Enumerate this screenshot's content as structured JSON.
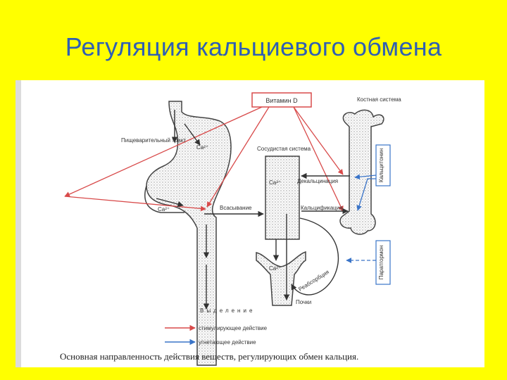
{
  "slide": {
    "title": "Регуляция кальциевого обмена",
    "background": "#ffff00",
    "title_color": "#2f5fb3"
  },
  "diagram": {
    "labels": {
      "vitamin_d": "Витамин D",
      "bone_system": "Костная система",
      "digestive_tract": "Пищеварительный тракт",
      "circulatory_system": "Сосудистая система",
      "ca_ion": "Ca²⁺",
      "decalcification": "Декальцинация",
      "calcification": "Кальцификация",
      "absorption": "Всасывание",
      "reabsorption": "Реабсорбция",
      "kidneys": "Почки",
      "excretion": "Выделение",
      "calcitonin": "Кальцитонин",
      "parathyroid": "Паратгормон"
    },
    "legend": {
      "stimulating": "стимулирующее действие",
      "inhibiting": "угнетающее действие"
    },
    "colors": {
      "stimulating": "#d84a4a",
      "inhibiting": "#3a74c8",
      "flow": "#333333"
    },
    "caption": "Основная направленность действия веществ, регулирующих обмен кальция."
  }
}
